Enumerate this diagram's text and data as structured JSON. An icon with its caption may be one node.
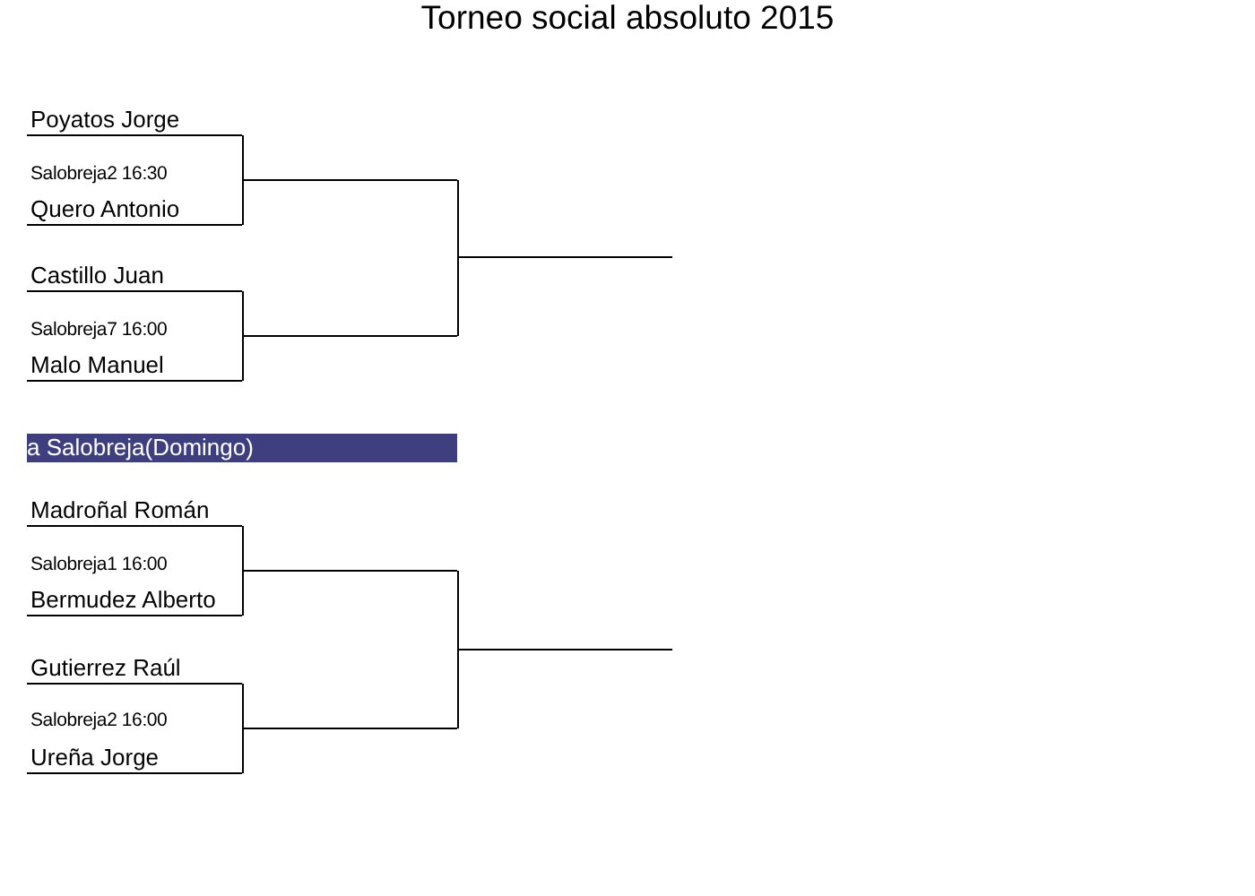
{
  "diagram": {
    "title": "Torneo social absoluto 2015",
    "nodes": [
      {
        "text": [
          "Poyatos Jorge"
        ]
      },
      {
        "text": [
          "Quero Antonio"
        ]
      },
      {
        "text": [
          "Castillo Juan"
        ]
      },
      {
        "text": [
          "Malo Manuel"
        ]
      },
      {
        "text": [],
        "shape": "line"
      },
      {
        "text": [],
        "shape": "line"
      },
      {
        "text": [],
        "shape": "line"
      },
      {
        "text": [
          "a Salobreja(Domingo)"
        ]
      },
      {
        "text": [
          "Madroñal Román"
        ]
      },
      {
        "text": [
          "Bermudez Alberto"
        ]
      },
      {
        "text": [
          "Gutierrez Raúl"
        ]
      },
      {
        "text": [
          "Ureña Jorge"
        ]
      },
      {
        "text": [],
        "shape": "line"
      },
      {
        "text": [],
        "shape": "line"
      },
      {
        "text": [],
        "shape": "line"
      }
    ],
    "edges": [
      {
        "from": 0,
        "to": 4,
        "arrow": "none"
      },
      {
        "from": 1,
        "to": 4,
        "arrow": "none"
      },
      {
        "from": 2,
        "to": 5,
        "arrow": "none"
      },
      {
        "from": 3,
        "to": 5,
        "arrow": "none"
      },
      {
        "from": 4,
        "to": 6,
        "arrow": "none"
      },
      {
        "from": 5,
        "to": 6,
        "arrow": "none"
      },
      {
        "from": 8,
        "to": 12,
        "arrow": "none"
      },
      {
        "from": 9,
        "to": 12,
        "arrow": "none"
      },
      {
        "from": 10,
        "to": 13,
        "arrow": "none"
      },
      {
        "from": 11,
        "to": 13,
        "arrow": "none"
      },
      {
        "from": 12,
        "to": 14,
        "arrow": "none"
      },
      {
        "from": 13,
        "to": 14,
        "arrow": "none"
      }
    ],
    "labels": [
      "Salobreja2 16:30",
      "Salobreja7 16:00",
      "Salobreja1 16:00",
      "Salobreja2 16:00"
    ]
  }
}
